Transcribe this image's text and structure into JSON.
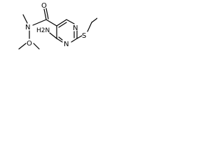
{
  "molecule": {
    "atoms": {
      "amide_o": "O",
      "amide_n": "N",
      "methoxy_o": "O",
      "ring_n1": "N",
      "ring_n3": "N",
      "thio_s": "S",
      "amino": "H2N"
    }
  }
}
